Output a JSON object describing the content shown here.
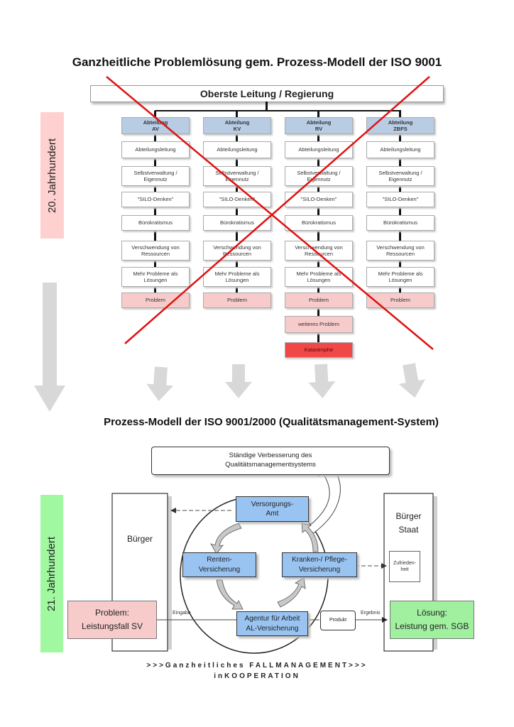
{
  "main_title": "Ganzheitliche Problemlösung gem. Prozess-Modell der ISO 9001",
  "century_20": "20. Jahrhundert",
  "century_21": "21. Jahrhundert",
  "org_chart": {
    "top": "Oberste Leitung / Regierung",
    "columns": [
      {
        "head": [
          "Abteilung",
          "AV"
        ],
        "items": [
          "Abteilungsleitung",
          "Selbstverwaltung / Eigennutz",
          "\"SILO-Denken\"",
          "Bürokratismus",
          "Verschwendung von Ressourcen",
          "Mehr Probleme als Lösungen",
          "Problem"
        ]
      },
      {
        "head": [
          "Abteilung",
          "KV"
        ],
        "items": [
          "Abteilungsleitung",
          "Selbstverwaltung / Eigennutz",
          "\"SILO-Denken\"",
          "Bürokratismus",
          "Verschwendung von Ressourcen",
          "Mehr Probleme als Lösungen",
          "Problem"
        ]
      },
      {
        "head": [
          "Abteilung",
          "RV"
        ],
        "items": [
          "Abteilungsleitung",
          "Selbstverwaltung / Eigennutz",
          "\"SILO-Denken\"",
          "Bürokratismus",
          "Verschwendung von Ressourcen",
          "Mehr Probleme als Lösungen",
          "Problem",
          "weiteres Problem",
          "Katastrophe"
        ]
      },
      {
        "head": [
          "Abteilung",
          "ZBFS"
        ],
        "items": [
          "Abteilungsleitung",
          "Selbstverwaltung / Eigennutz",
          "\"SILO-Denken\"",
          "Bürokratismus",
          "Verschwendung von Ressourcen",
          "Mehr Probleme als Lösungen",
          "Problem"
        ]
      }
    ]
  },
  "sub_title": "Prozess-Modell der ISO 9001/2000 (Qualitätsmanagement-System)",
  "qm": {
    "improvement": [
      "Ständige Verbesserung des",
      "Qualitätsmanagementsystems"
    ],
    "left_column": "Bürger",
    "right_column": [
      "Bürger",
      "Staat"
    ],
    "satisfaction": [
      "Zufrieden-",
      "heit"
    ],
    "cycle": {
      "top": [
        "Versorgungs-",
        "Amt"
      ],
      "left": [
        "Renten-",
        "Versicherung"
      ],
      "right": [
        "Kranken-/ Pflege-",
        "Versicherung"
      ],
      "bottom": [
        "Agentur für Arbeit",
        "AL-Versicherung"
      ]
    },
    "product": "Produkt",
    "input_label": "Eingabe",
    "result_label": "Ergebnis",
    "problem": [
      "Problem:",
      "Leistungsfall SV"
    ],
    "solution": [
      "Lösung:",
      "Leistung gem. SGB"
    ]
  },
  "footer": {
    "line1": ">>>Ganzheitliches FALLMANAGEMENT>>>",
    "line2": "inKOOPERATION"
  },
  "colors": {
    "cross": "#e01010",
    "century_20_bg": "#ffd0d0",
    "century_21_bg": "#a0f8a0",
    "dept_head": "#b8cce4",
    "problem": "#f8cbcb",
    "catastrophe": "#f04848",
    "process_blue": "#99c4f2",
    "solution_green": "#a0f0a0"
  }
}
